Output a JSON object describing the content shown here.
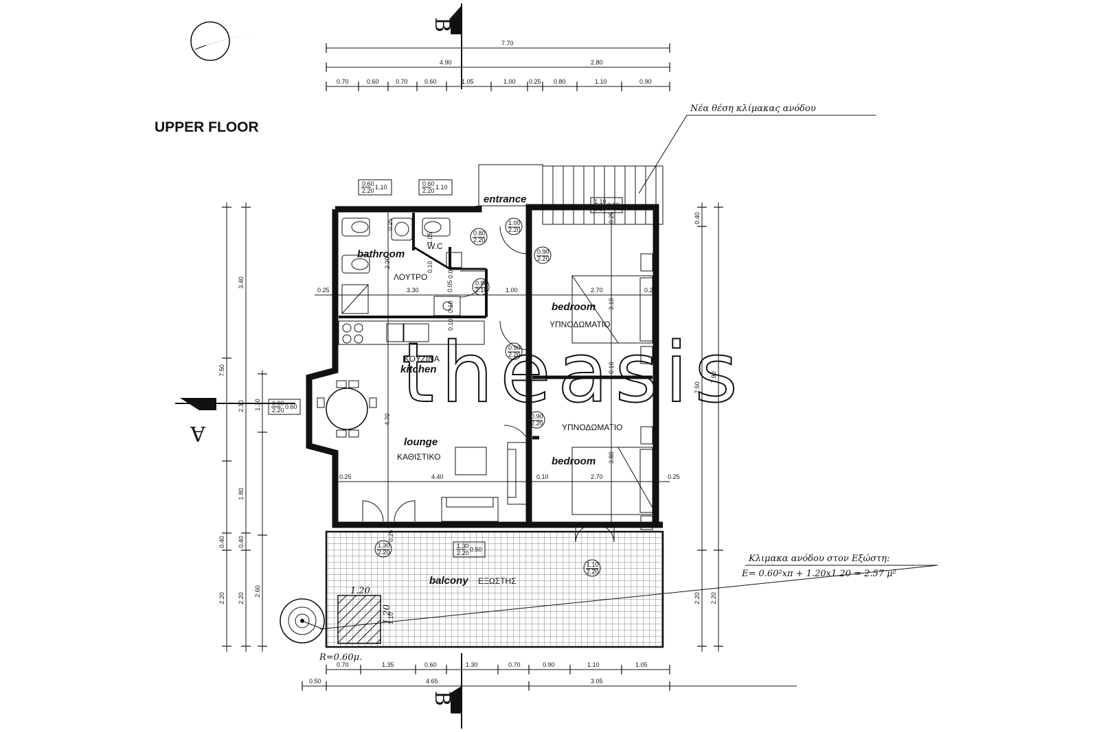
{
  "title": "UPPER FLOOR",
  "watermark": "theasis",
  "section_labels": {
    "a": "A",
    "b_top": "B",
    "b_bottom": "B"
  },
  "handwritten": {
    "stairs_note": "Νέα θέση κλίμακας ανόδου",
    "roof_stair_note": "Κλιμακα ανόδου στον Εξώστη:",
    "roof_stair_formula": "E= 0.60²xπ + 1.20x1.20 = 2.57 μ²",
    "spiral_radius": "R=0.60μ.",
    "hatch_width": "1.20",
    "hatch_height": "1.20"
  },
  "rooms": {
    "entrance": "entrance",
    "bathroom": "bathroom",
    "bathroom_gr": "ΛΟΥΤΡΟ",
    "wc": "W.C",
    "bedroom1": "bedroom",
    "bedroom1_gr": "ΥΠΝΟΔΩΜΑΤΙΟ",
    "kitchen_gr": "ΚΟΥΖΙΝΑ",
    "kitchen": "kitchen",
    "bedroom2_gr": "ΥΠΝΟΔΩΜΑΤΙΟ",
    "lounge": "lounge",
    "lounge_gr": "ΚΑΘΙΣΤΙΚΟ",
    "bedroom2": "bedroom",
    "balcony": "balcony",
    "balcony_gr": "ΕΞΩΣΤΗΣ"
  },
  "dims_top": {
    "overall": "7.70",
    "left": "4.90",
    "right": "2.80",
    "segments": [
      "0.70",
      "0.60",
      "0.70",
      "0.60",
      "1.05",
      "1.00",
      "0.25",
      "0.80",
      "1.10",
      "0.90"
    ]
  },
  "dims_bottom": {
    "segments": [
      "0.70",
      "1.35",
      "0.60",
      "1.30",
      "0.70",
      "0.90",
      "1.10",
      "1.05"
    ],
    "totals": [
      "0.50",
      "4.65",
      "3.05"
    ]
  },
  "dims_left": {
    "outer": [
      "3.40",
      "7.50",
      "2.30",
      "1.80",
      "0.40",
      "2.20"
    ],
    "inner": [
      "0.40",
      "2.20"
    ],
    "window": "1.30",
    "col3": "2.60"
  },
  "dims_right": {
    "a": "0.40",
    "b": "7.50",
    "c": "7.90",
    "d": "2.20",
    "e": "2.20"
  },
  "dims_interior": {
    "row1": [
      "0.25",
      "3.30",
      "0.05",
      "1.00",
      "2.70",
      "0.25"
    ],
    "row2": [
      "0.25",
      "4.40",
      "0.10",
      "2.70",
      "0.25"
    ],
    "vertical": [
      "2.20",
      "4.70",
      "0.25",
      "1.05",
      "0.10",
      "0.05",
      "0.10",
      "0.10",
      "3.10",
      "0.10",
      "3.80",
      "0.25",
      "0.25",
      "1.10"
    ]
  },
  "openings": [
    {
      "w": "0.60",
      "h": "2.20",
      "s": "1.10"
    },
    {
      "w": "0.60",
      "h": "2.20",
      "s": "1.10"
    },
    {
      "w": "1.10",
      "h": "2.20",
      "s": "0.80"
    },
    {
      "w": "1.00",
      "h": "2.20"
    },
    {
      "w": "0.80",
      "h": "2.20"
    },
    {
      "w": "0.90",
      "h": "2.20"
    },
    {
      "w": "0.80",
      "h": "2.10"
    },
    {
      "w": "0.90",
      "h": "2.20"
    },
    {
      "w": "0.90",
      "h": "2.20",
      "s": "0.60"
    },
    {
      "w": "0.90",
      "h": "2.20"
    },
    {
      "w": "1.30",
      "h": "2.20"
    },
    {
      "w": "1.30",
      "h": "2.20",
      "s": "0.50"
    },
    {
      "w": "1.10",
      "h": "2.20"
    }
  ]
}
